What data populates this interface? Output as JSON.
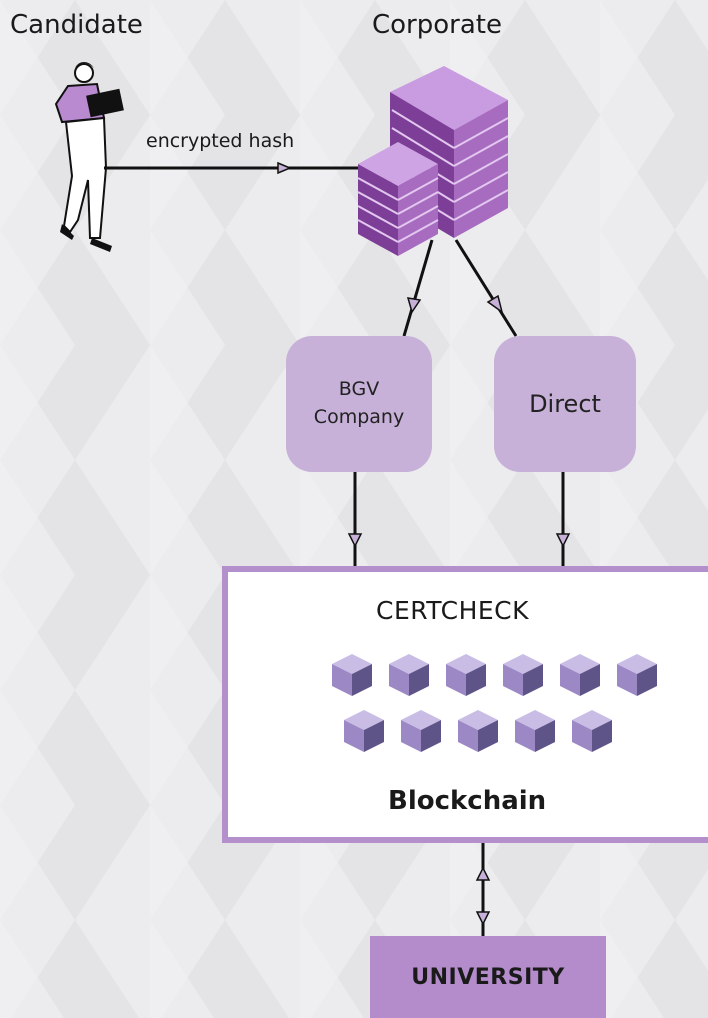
{
  "labels": {
    "candidate": "Candidate",
    "corporate": "Corporate",
    "hash": "encrypted hash"
  },
  "nodes": {
    "bgv_line1": "BGV",
    "bgv_line2": "Company",
    "direct": "Direct",
    "certcheck": "CERTCHECK",
    "blockchain": "Blockchain",
    "university": "UNIVERSITY"
  },
  "icons": {
    "candidate": "person-with-laptop-icon",
    "corporate": "server-stack-icon",
    "block": "cube-icon"
  },
  "colors": {
    "background": "#ececee",
    "node_fill": "#c7b1d8",
    "certcheck_border": "#b38fcb",
    "university_fill": "#b48ccb",
    "server_purple": "#a76cc0",
    "cube_purple": "#9b88c5"
  }
}
